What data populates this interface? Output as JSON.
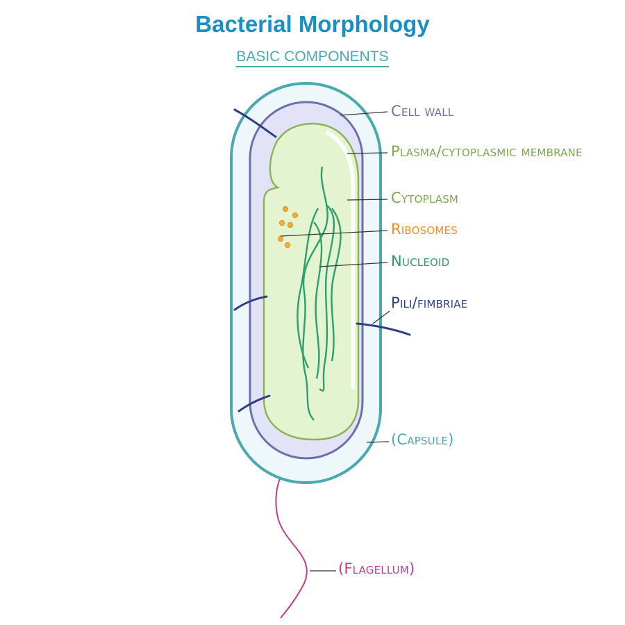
{
  "title": "Bacterial Morphology",
  "subtitle": "BASIC COMPONENTS",
  "labels": {
    "cell_wall": "Cell wall",
    "plasma_membrane": "Plasma/cytoplasmic membrane",
    "cytoplasm": "Cytoplasm",
    "ribosomes": "Ribosomes",
    "nucleoid": "Nucleoid",
    "pili": "Pili/fimbriae",
    "capsule": "(Capsule)",
    "flagellum": "(Flagellum)"
  },
  "colors": {
    "title": "#1a8fc4",
    "subtitle": "#4aa8b0",
    "cell_wall": "#6f6fae",
    "plasma_membrane": "#7ea84e",
    "cytoplasm": "#7ea84e",
    "ribosomes": "#e8912a",
    "nucleoid": "#2f9a6a",
    "pili": "#2e3f86",
    "capsule": "#4aa8b0",
    "flagellum": "#c23c8c"
  }
}
